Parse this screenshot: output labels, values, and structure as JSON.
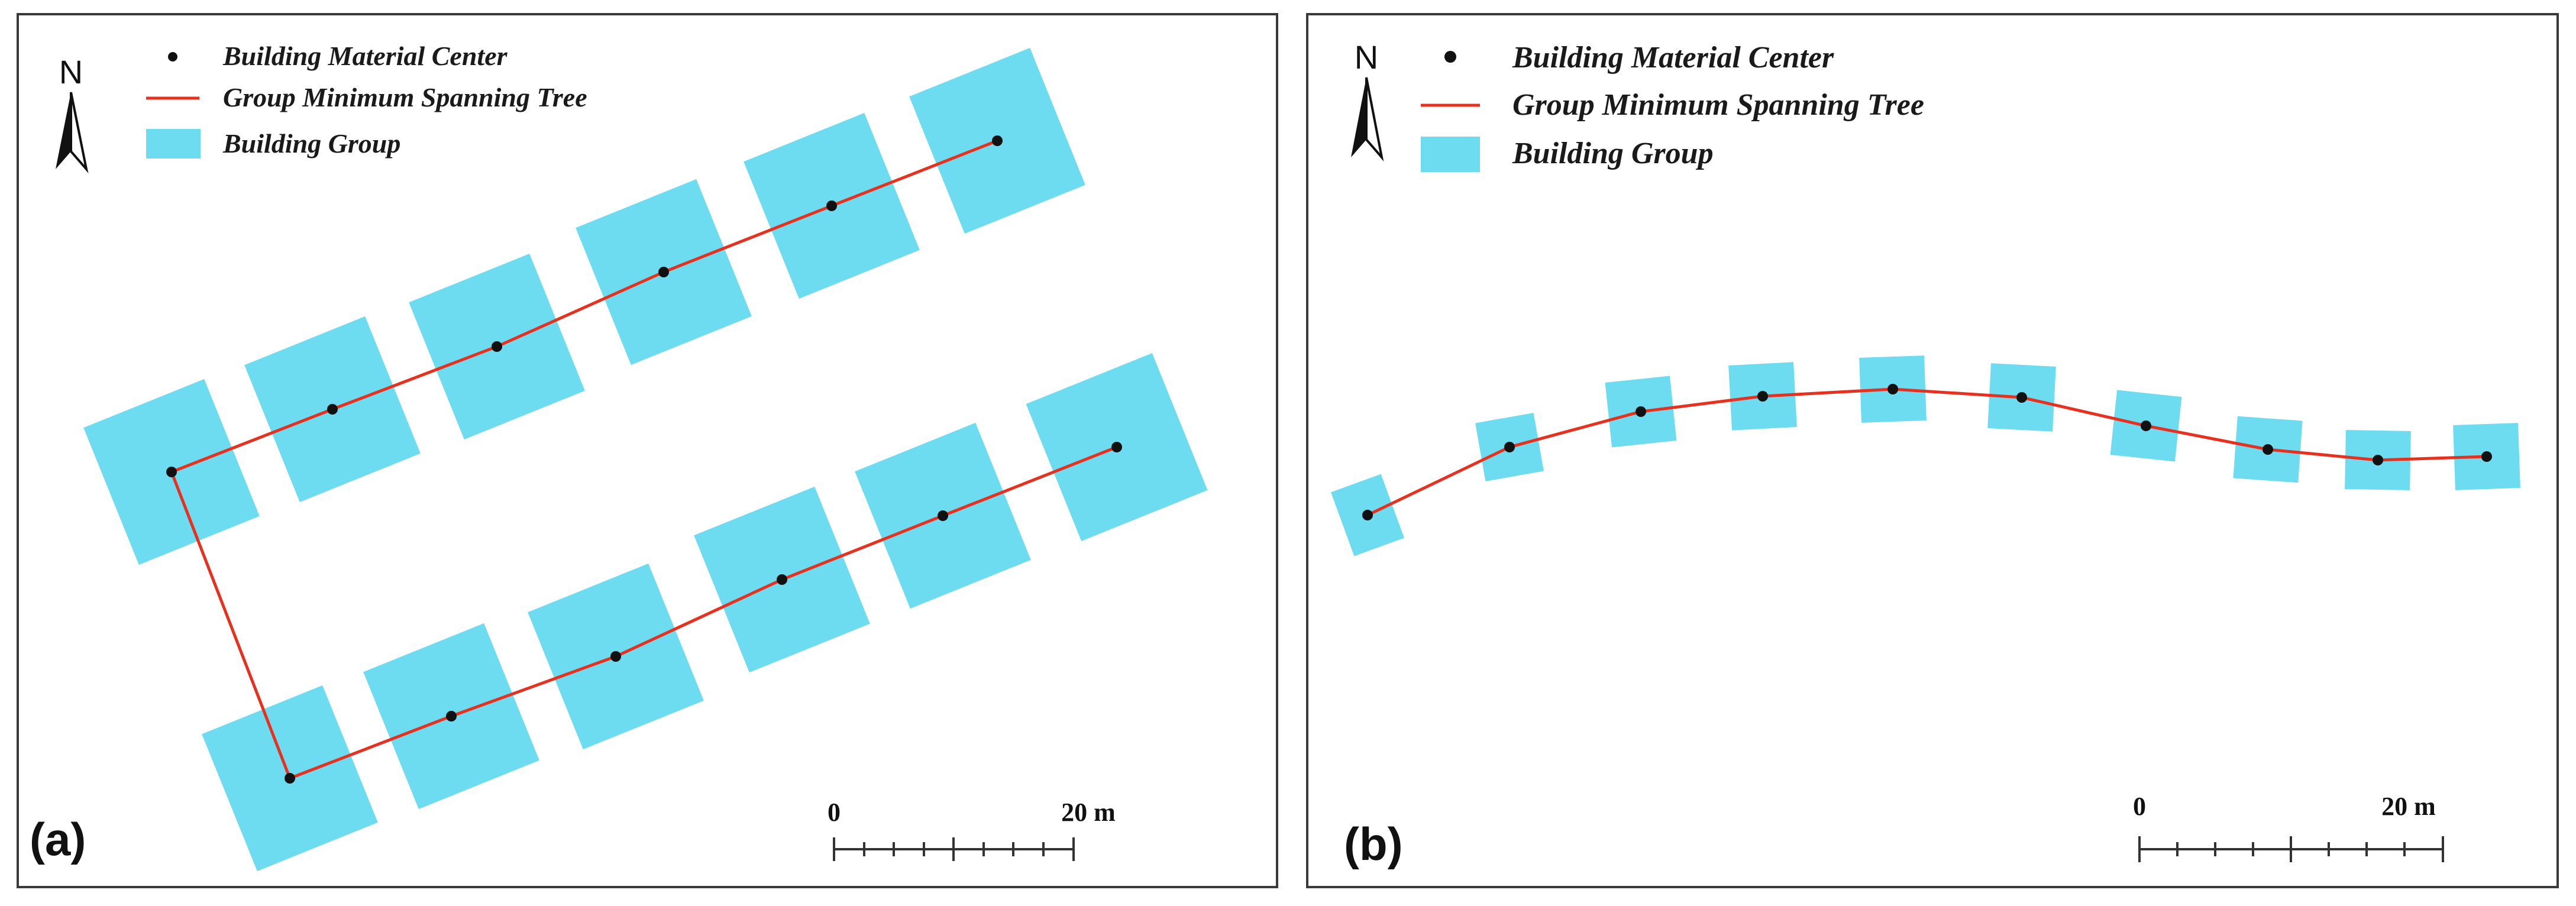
{
  "panels": [
    {
      "id": "a",
      "label": "(a)",
      "legend": {
        "center": "Building Material Center",
        "tree": "Group Minimum Spanning Tree",
        "group": "Building Group"
      },
      "north": "N",
      "scale": {
        "start": "0",
        "end": "20 m"
      },
      "colors": {
        "building": "#6ddcf1",
        "tree": "#e8301e",
        "center": "#111111"
      }
    },
    {
      "id": "b",
      "label": "(b)",
      "legend": {
        "center": "Building Material Center",
        "tree": "Group Minimum Spanning Tree",
        "group": "Building Group"
      },
      "north": "N",
      "scale": {
        "start": "0",
        "end": "20 m"
      },
      "colors": {
        "building": "#6ddcf1",
        "tree": "#e8301e",
        "center": "#111111"
      }
    }
  ]
}
